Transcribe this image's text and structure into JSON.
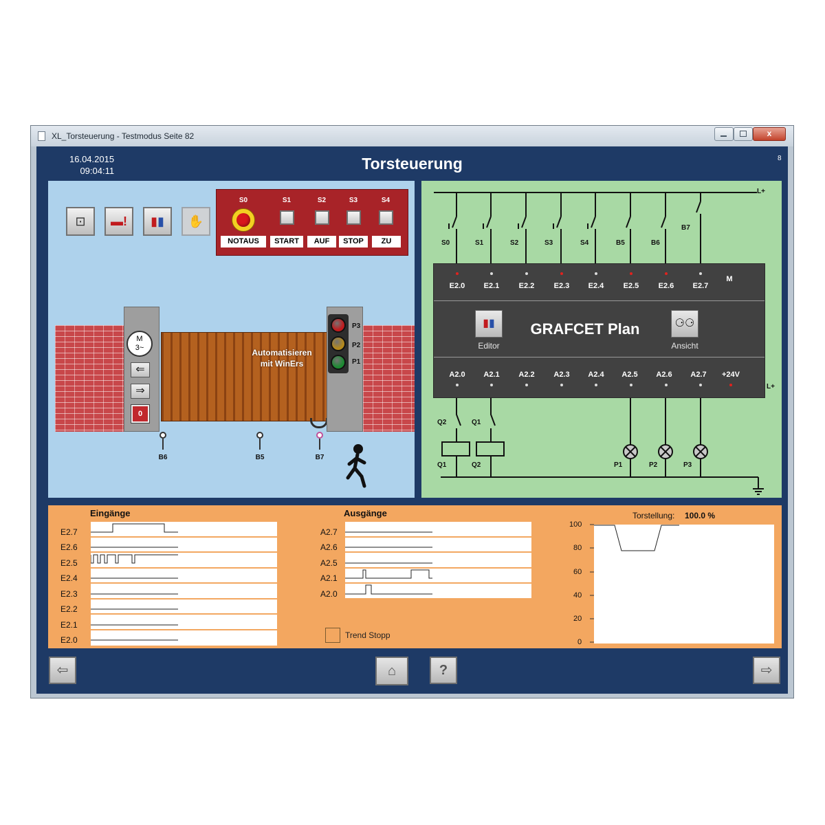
{
  "window": {
    "title": "XL_Torsteuerung - Testmodus Seite 82",
    "close_glyph": "x"
  },
  "header": {
    "date": "16.04.2015",
    "time": "09:04:11",
    "title": "Torsteuerung",
    "page": "8"
  },
  "toolbar": {
    "icons": [
      "plug-icon",
      "alarm-icon",
      "tools-icon",
      "hand-icon"
    ]
  },
  "switch_panel": {
    "codes": [
      "S0",
      "S1",
      "S2",
      "S3",
      "S4"
    ],
    "labels": [
      "NOTAUS",
      "START",
      "AUF",
      "STOP",
      "ZU"
    ]
  },
  "gate": {
    "motor_label": "M",
    "motor_sub": "3~",
    "label_line1": "Automatisieren",
    "label_line2": "mit WinErs",
    "zero_label": "0",
    "sensors": [
      "B6",
      "B5",
      "B7"
    ]
  },
  "traffic_light": {
    "labels": [
      "P3",
      "P2",
      "P1"
    ],
    "colors": [
      "#c11b1e",
      "#b4891c",
      "#1d8a32"
    ]
  },
  "plan": {
    "rail_top": "L+",
    "rail_right": "L+",
    "switch_labels": [
      "S0",
      "S1",
      "S2",
      "S3",
      "S4",
      "B5",
      "B6",
      "B7"
    ],
    "inputs": [
      "E2.0",
      "E2.1",
      "E2.2",
      "E2.3",
      "E2.4",
      "E2.5",
      "E2.6",
      "E2.7"
    ],
    "input_states": [
      true,
      false,
      false,
      true,
      false,
      true,
      true,
      false
    ],
    "m_label": "M",
    "title": "GRAFCET Plan",
    "editor_label": "Editor",
    "view_label": "Ansicht",
    "outputs": [
      "A2.0",
      "A2.1",
      "A2.2",
      "A2.3",
      "A2.4",
      "A2.5",
      "A2.6",
      "A2.7",
      "+24V"
    ],
    "output_states": [
      false,
      false,
      false,
      false,
      false,
      false,
      false,
      false,
      true
    ],
    "contact_labels": [
      "Q2",
      "Q1"
    ],
    "coil_labels": [
      "Q1",
      "Q2"
    ],
    "lamp_labels": [
      "P1",
      "P2",
      "P3"
    ]
  },
  "inputs_trend": {
    "title": "Eingänge",
    "labels": [
      "E2.7",
      "E2.6",
      "E2.5",
      "E2.4",
      "E2.3",
      "E2.2",
      "E2.1",
      "E2.0"
    ]
  },
  "outputs_trend": {
    "title": "Ausgänge",
    "labels": [
      "A2.7",
      "A2.6",
      "A2.5",
      "A2.1",
      "A2.0"
    ],
    "trend_stop_label": "Trend Stopp"
  },
  "position_chart": {
    "label": "Torstellung:",
    "value": "100.0 %",
    "y_ticks": [
      "100",
      "80",
      "60",
      "40",
      "20",
      "0"
    ]
  },
  "nav": {
    "icons": [
      "back-icon",
      "home-icon",
      "help-icon",
      "forward-icon"
    ],
    "help_glyph": "?"
  }
}
